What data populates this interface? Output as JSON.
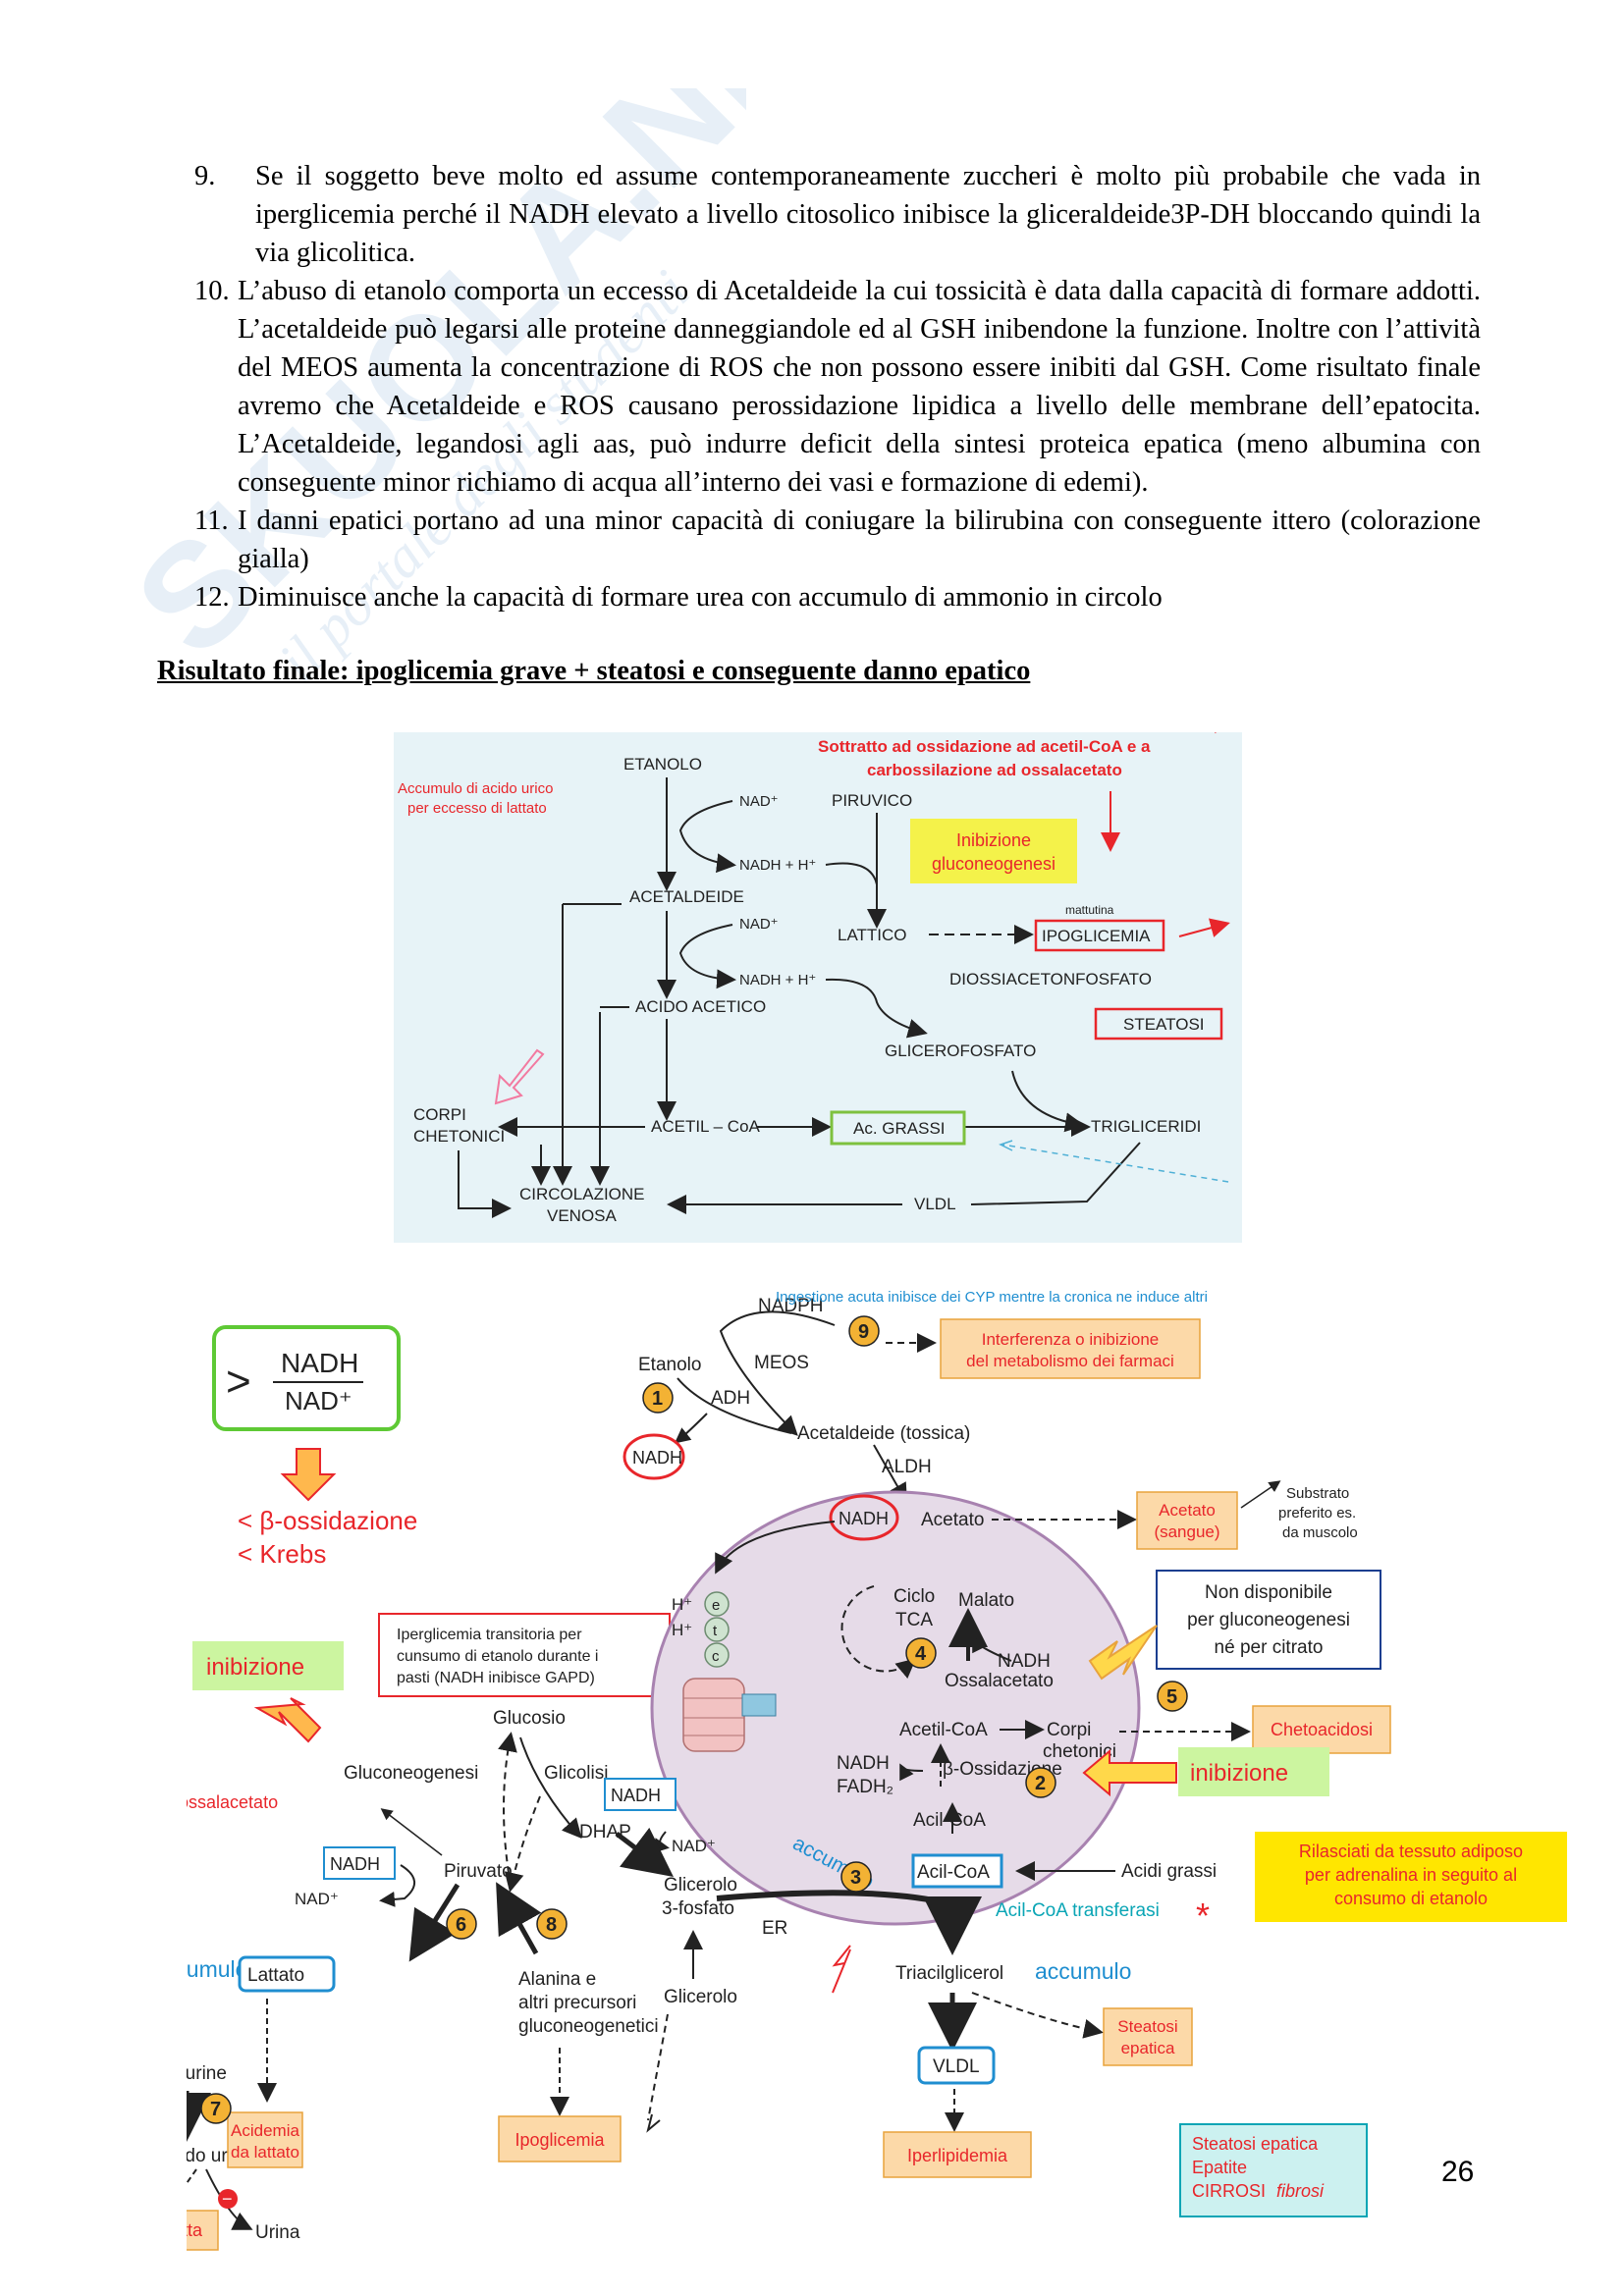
{
  "watermark": {
    "text": "SKUOLA.NET",
    "tagline": "il portale degli studenti"
  },
  "items": [
    {
      "num": "9.",
      "text": "Se il soggetto beve molto ed assume contemporaneamente zuccheri è molto più probabile che vada in iperglicemia perché il NADH elevato a livello citosolico inibisce la gliceraldeide3P-DH bloccando quindi la via glicolitica."
    },
    {
      "num": "10.",
      "text": "L’abuso di etanolo comporta un eccesso di Acetaldeide la cui tossicità è data dalla capacità di formare addotti. L’acetaldeide può legarsi alle proteine danneggiandole ed al GSH inibendone la funzione. Inoltre con l’attività del MEOS aumenta la concentrazione di ROS che non possono essere inibiti dal GSH. Come risultato finale avremo che Acetaldeide e ROS causano perossidazione lipidica a livello delle membrane dell’epatocita. L’Acetaldeide, legandosi agli aas, può indurre deficit della sintesi proteica epatica (meno albumina con conseguente minor richiamo di acqua all’interno dei vasi e formazione di edemi)."
    },
    {
      "num": "11.",
      "text": "I danni epatici portano ad una minor capacità di coniugare la bilirubina con conseguente ittero (colorazione gialla)"
    },
    {
      "num": "12.",
      "text": "Diminuisce anche la capacità di formare urea con accumulo di ammonio in circolo"
    }
  ],
  "result": "Risultato finale: ipoglicemia grave + steatosi e conseguente danno epatico",
  "d1": {
    "etanolo": "ETANOLO",
    "nad1": "NAD⁺",
    "nadh1": "NADH + H⁺",
    "acetaldeide": "ACETALDEIDE",
    "nad2": "NAD⁺",
    "nadh2": "NADH + H⁺",
    "acido_acetico": "ACIDO ACETICO",
    "piruvico": "PIRUVICO",
    "lattico": "LATTICO",
    "diossiacetonfosfato": "DIOSSIACETONFOSFATO",
    "glicerofosfato": "GLICEROFOSFATO",
    "acetil_coa": "ACETIL – CoA",
    "ac_grassi": "Ac. GRASSI",
    "trigliceridi": "TRIGLICERIDI",
    "vldl": "VLDL",
    "circolazione_1": "CIRCOLAZIONE",
    "circolazione_2": "VENOSA",
    "corpi_1": "CORPI",
    "corpi_2": "CHETONICI",
    "ipoglicemia": "IPOGLICEMIA",
    "mattutina": "mattutina",
    "steatosi": "STEATOSI",
    "inibizione_1": "Inibizione",
    "inibizione_2": "gluconeogenesi",
    "accumulo_1": "Accumulo di acido urico",
    "accumulo_2": "per eccesso di lattato",
    "sottratto_1": "Sottratto ad ossidazione ad acetil-CoA e a",
    "sottratto_2": "carbossilazione ad ossalacetato",
    "colors": {
      "bg": "#e7f3f7",
      "red": "#e8262b",
      "green": "#7ec13f",
      "yellow": "#f4f24a"
    }
  },
  "d2": {
    "nadh_ratio_top": "NADH",
    "nadh_ratio_bottom": "NAD⁺",
    "gt": ">",
    "beta_ox": "< β-ossidazione",
    "krebs": "< Krebs",
    "inibizione_left": "inibizione",
    "iperglicemia_1": "Iperglicemia transitoria per",
    "iperglicemia_2": "cunsumo di etanolo durante i",
    "iperglicemia_3": "pasti (NADH inibisce GAPD)",
    "nadph": "NADPH",
    "etanolo": "Etanolo",
    "meos": "MEOS",
    "adh": "ADH",
    "nadh_a": "NADH",
    "acetaldeide": "Acetaldeide (tossica)",
    "aldh": "ALDH",
    "nadh_b": "NADH",
    "acetato": "Acetato",
    "acetato_box_1": "Acetato",
    "acetato_box_2": "(sangue)",
    "substrato_1": "Substrato",
    "substrato_2": "preferito es.",
    "substrato_3": "da muscolo",
    "ingestione": "Ingestione acuta inibisce dei CYP mentre la cronica ne induce altri",
    "interferenza_1": "Interferenza o inibizione",
    "interferenza_2": "del metabolismo dei farmaci",
    "hplus_1": "H⁺",
    "hplus_2": "H⁺",
    "etc_e": "e",
    "etc_t": "t",
    "etc_c": "c",
    "ciclo_1": "Ciclo",
    "ciclo_2": "TCA",
    "malato": "Malato",
    "nadh_c": "NADH",
    "ossalacetato": "Ossalacetato",
    "non_disp_1": "Non disponibile",
    "non_disp_2": "per gluconeogenesi",
    "non_disp_3": "né per citrato",
    "acetil_coa": "Acetil-CoA",
    "corpi_1": "Corpi",
    "corpi_2": "chetonici",
    "chetoacidosi": "Chetoacidosi",
    "nadh_d": "NADH",
    "fadh": "FADH₂",
    "beta_ossidazione": "β-Ossidazione",
    "inibizione_right": "inibizione",
    "acil_coa_1": "Acil-CoA",
    "acil_coa_box": "Acil-CoA",
    "acidi_grassi": "Acidi grassi",
    "rilasciati_1": "Rilasciati da tessuto adiposo",
    "rilasciati_2": "per adrenalina in seguito al",
    "rilasciati_3": "consumo di etanolo",
    "acil_transferasi": "Acil-CoA transferasi",
    "asterisk": "*",
    "accumulo_mito": "accumulo",
    "er": "ER",
    "triacilglicerol": "Triacilglicerol",
    "accumulo_tag": "accumulo",
    "steatosi_1": "Steatosi",
    "steatosi_2": "epatica",
    "vldl": "VLDL",
    "iperlipidemia": "Iperlipidemia",
    "steatosi_final_1": "Steatosi epatica",
    "steatosi_final_2": "Epatite",
    "steatosi_final_3": "CIRROSI",
    "steatosi_final_4": "fibrosi",
    "glucosio": "Glucosio",
    "gluconeogenesi": "Gluconeogenesi",
    "glicolisi": "Glicolisi",
    "nadh_e": "NADH",
    "dhap": "DHAP",
    "nad_e": "NAD⁺",
    "glicerolo_3f_1": "Glicerolo",
    "glicerolo_3f_2": "3-fosfato",
    "glicerolo": "Glicerolo",
    "no_ossalacetato": "No ossalacetato",
    "piruvato": "Piruvato",
    "nadh_f": "NADH",
    "nad_f": "NAD⁺",
    "accumulo_lattato": "accumulo",
    "lattato": "Lattato",
    "alanina_1": "Alanina e",
    "alanina_2": "altri precursori",
    "alanina_3": "gluconeogenetici",
    "purine": "Purine",
    "acido_urico": "Acido urico",
    "acidemia_1": "Acidemia",
    "acidemia_2": "da lattato",
    "ipoglicemia": "Ipoglicemia",
    "gotta": "Gotta",
    "urina": "Urina",
    "minus": "−",
    "n1": "1",
    "n2": "2",
    "n3": "3",
    "n4": "4",
    "n5": "5",
    "n6": "6",
    "n7": "7",
    "n8": "8",
    "n9": "9",
    "colors": {
      "orange_box": "#fcd9a8",
      "orange_border": "#e8a33c",
      "red": "#e8262b",
      "blue": "#1f8ed0",
      "teal": "#0aa5b5",
      "yellow": "#ffe600",
      "green_box": "#ccf5a0",
      "mito": "#e6dbe8",
      "circle": "#f3b234"
    }
  },
  "page_number": "26"
}
